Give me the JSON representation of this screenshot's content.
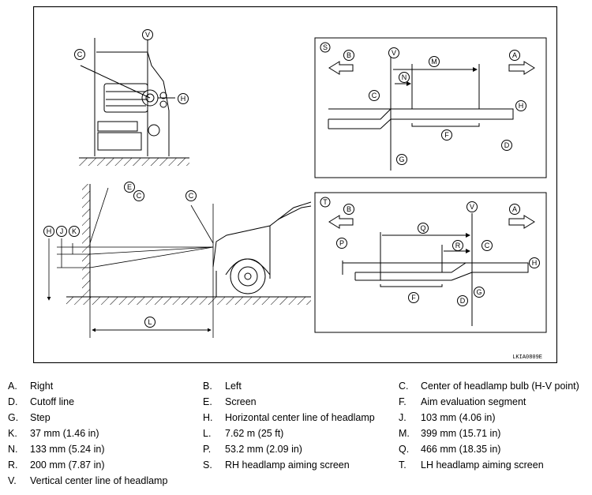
{
  "figure": {
    "code": "LKIA0809E",
    "callouts": {
      "A": "A",
      "B": "B",
      "C": "C",
      "D": "D",
      "E": "E",
      "F": "F",
      "G": "G",
      "H": "H",
      "J": "J",
      "K": "K",
      "L": "L",
      "M": "M",
      "N": "N",
      "P": "P",
      "Q": "Q",
      "R": "R",
      "S": "S",
      "T": "T",
      "V": "V"
    }
  },
  "legend": [
    {
      "letter": "A.",
      "text": "Right"
    },
    {
      "letter": "B.",
      "text": "Left"
    },
    {
      "letter": "C.",
      "text": "Center of headlamp bulb (H-V point)"
    },
    {
      "letter": "D.",
      "text": "Cutoff line"
    },
    {
      "letter": "E.",
      "text": "Screen"
    },
    {
      "letter": "F.",
      "text": "Aim evaluation segment"
    },
    {
      "letter": "G.",
      "text": "Step"
    },
    {
      "letter": "H.",
      "text": "Horizontal center line of headlamp"
    },
    {
      "letter": "J.",
      "text": "103 mm (4.06 in)"
    },
    {
      "letter": "K.",
      "text": "37 mm (1.46 in)"
    },
    {
      "letter": "L.",
      "text": "7.62 m (25 ft)"
    },
    {
      "letter": "M.",
      "text": "399 mm (15.71 in)"
    },
    {
      "letter": "N.",
      "text": "133 mm (5.24 in)"
    },
    {
      "letter": "P.",
      "text": "53.2 mm (2.09 in)"
    },
    {
      "letter": "Q.",
      "text": "466 mm (18.35 in)"
    },
    {
      "letter": "R.",
      "text": "200 mm (7.87 in)"
    },
    {
      "letter": "S.",
      "text": "RH headlamp aiming screen"
    },
    {
      "letter": "T.",
      "text": "LH headlamp aiming screen"
    },
    {
      "letter": "V.",
      "text": "Vertical center line of headlamp"
    }
  ]
}
